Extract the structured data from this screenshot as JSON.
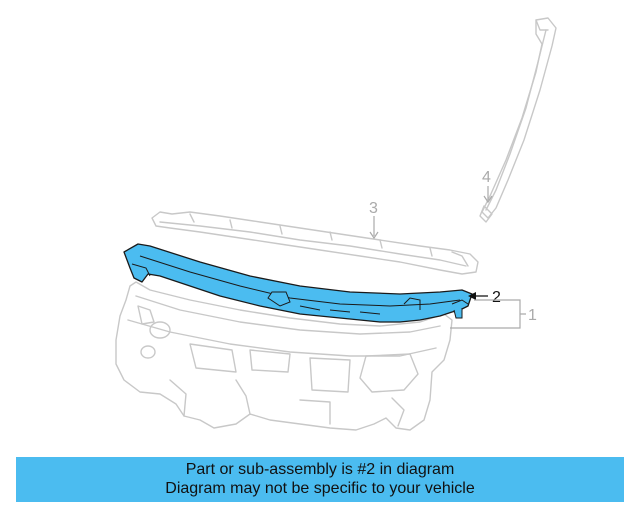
{
  "callouts": {
    "c1": "1",
    "c2": "2",
    "c3": "3",
    "c4": "4"
  },
  "highlight_color": "#4bbcf0",
  "banner": {
    "line1": "Part or sub-assembly is #2 in diagram",
    "line2": "Diagram may not be specific to your vehicle"
  }
}
